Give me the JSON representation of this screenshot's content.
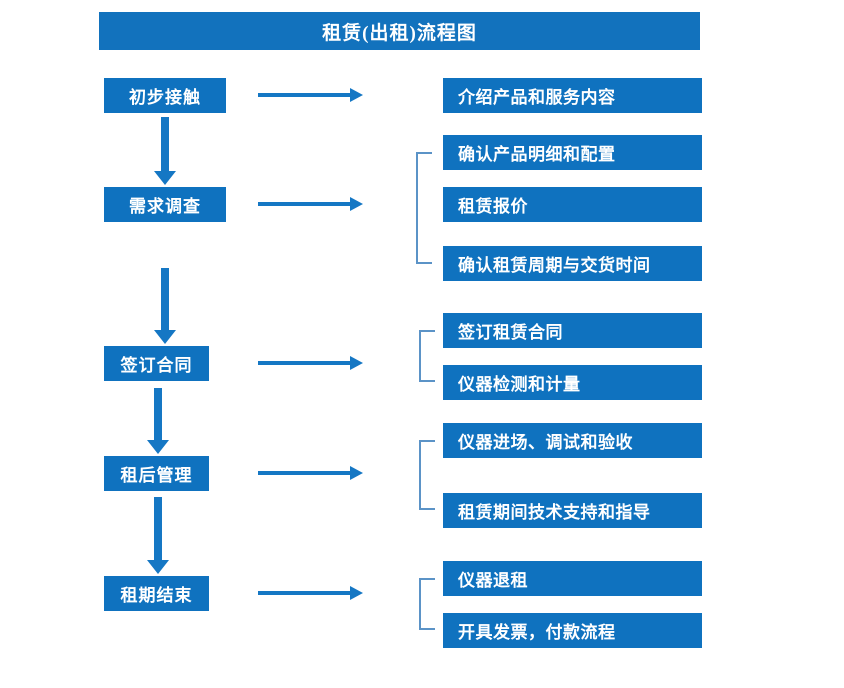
{
  "title": {
    "text": "租赁(出租)流程图"
  },
  "colors": {
    "box_fill": "#0f72bf",
    "title_fill": "#1272bd",
    "arrow": "#1577c4",
    "bracket": "#5b93c7",
    "text": "#ffffff",
    "background": "#ffffff"
  },
  "stages": [
    {
      "label": "初步接触"
    },
    {
      "label": "需求调查"
    },
    {
      "label": "签订合同"
    },
    {
      "label": "租后管理"
    },
    {
      "label": "租期结束"
    }
  ],
  "groups": [
    {
      "items": [
        {
          "label": "介绍产品和服务内容"
        }
      ]
    },
    {
      "items": [
        {
          "label": "确认产品明细和配置"
        },
        {
          "label": "租赁报价"
        },
        {
          "label": "确认租赁周期与交货时间"
        }
      ]
    },
    {
      "items": [
        {
          "label": "签订租赁合同"
        },
        {
          "label": "仪器检测和计量"
        }
      ]
    },
    {
      "items": [
        {
          "label": "仪器进场、调试和验收"
        },
        {
          "label": "租赁期间技术支持和指导"
        }
      ]
    },
    {
      "items": [
        {
          "label": "仪器退租"
        },
        {
          "label": "开具发票，付款流程"
        }
      ]
    }
  ]
}
